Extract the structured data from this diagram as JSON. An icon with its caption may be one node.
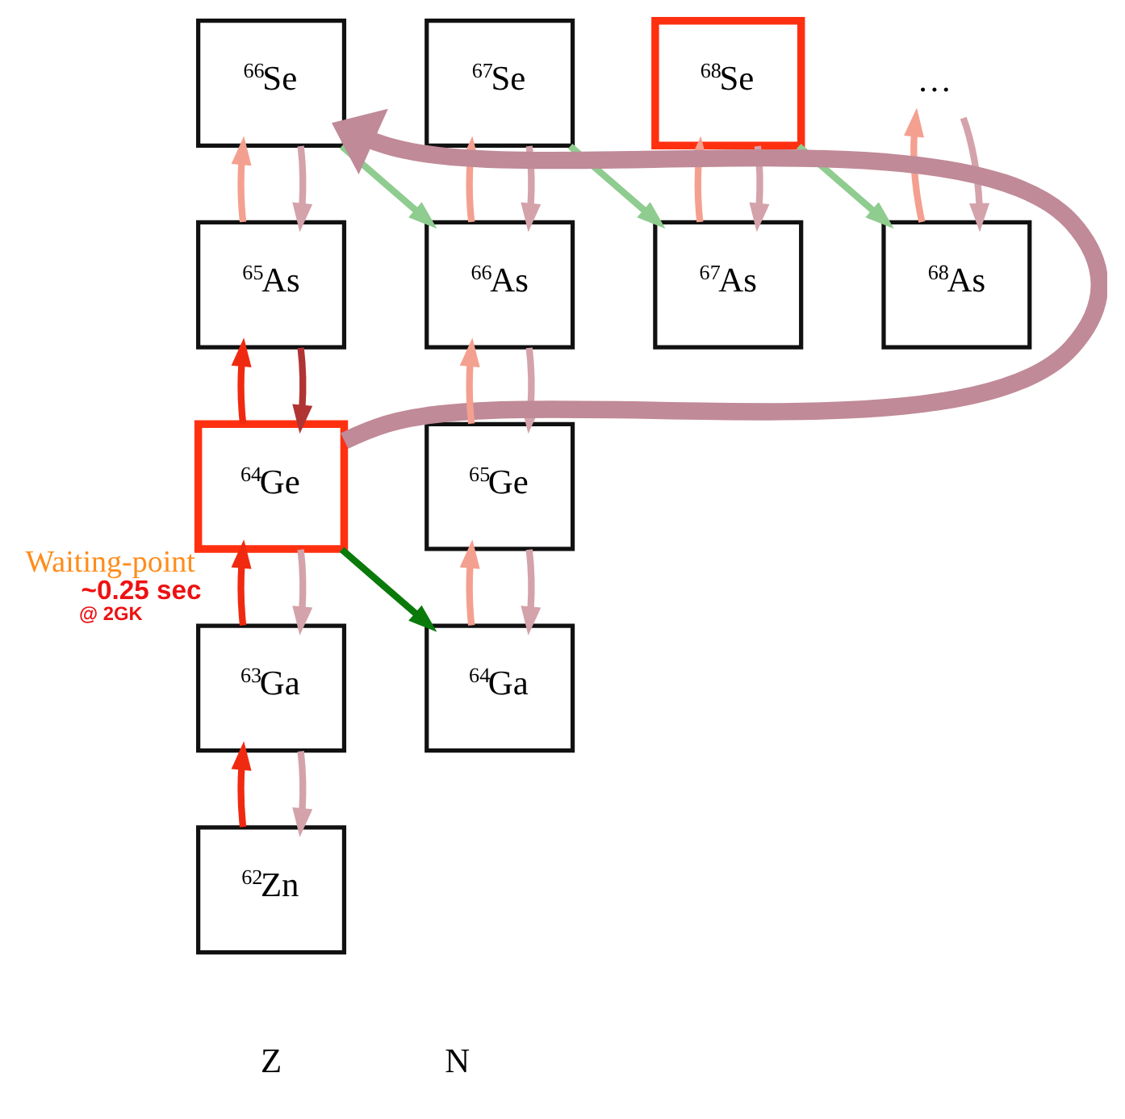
{
  "diagram": {
    "nodes": [
      {
        "text": [
          "$^{66}$Se"
        ]
      },
      {
        "text": [
          "$^{67}$Se"
        ]
      },
      {
        "text": [
          "$^{68}$Se"
        ]
      },
      {
        "text": [
          "…"
        ]
      },
      {
        "text": [
          "$^{65}$As"
        ]
      },
      {
        "text": [
          "$^{66}$As"
        ]
      },
      {
        "text": [
          "$^{67}$As"
        ]
      },
      {
        "text": [
          "$^{68}$As"
        ]
      },
      {
        "text": [
          "$^{64}$Ge"
        ],
        "beside": [
          "Waiting-point",
          "~0.25 sec",
          "@ 2GK"
        ]
      },
      {
        "text": [
          "$^{65}$Ge"
        ]
      },
      {
        "text": [
          "$^{63}$Ga"
        ]
      },
      {
        "text": [
          "$^{64}$Ga"
        ]
      },
      {
        "text": [
          "$^{62}$Zn"
        ]
      }
    ],
    "edges": [
      {
        "from": 12,
        "to": 10,
        "arrow": "to",
        "color": "#f02a10"
      },
      {
        "from": 10,
        "to": 12,
        "arrow": "to",
        "color": "#d4a2aa"
      },
      {
        "from": 10,
        "to": 8,
        "arrow": "to",
        "color": "#f02a10"
      },
      {
        "from": 8,
        "to": 10,
        "arrow": "to",
        "color": "#d4a2aa"
      },
      {
        "from": 8,
        "to": 4,
        "arrow": "to",
        "color": "#f02a10"
      },
      {
        "from": 4,
        "to": 8,
        "arrow": "to",
        "color": "#b03434"
      },
      {
        "from": 8,
        "to": 11,
        "arrow": "to",
        "color": "#0a7a0a"
      },
      {
        "from": 11,
        "to": 9,
        "arrow": "to",
        "color": "#f4a090"
      },
      {
        "from": 9,
        "to": 11,
        "arrow": "to",
        "color": "#d4a2aa"
      },
      {
        "from": 9,
        "to": 5,
        "arrow": "to",
        "color": "#f4a090"
      },
      {
        "from": 5,
        "to": 9,
        "arrow": "to",
        "color": "#d4a2aa"
      },
      {
        "from": 4,
        "to": 0,
        "arrow": "to",
        "color": "#f4a090"
      },
      {
        "from": 0,
        "to": 4,
        "arrow": "to",
        "color": "#d4a2aa"
      },
      {
        "from": 0,
        "to": 5,
        "arrow": "to",
        "color": "#8fcc8f"
      },
      {
        "from": 5,
        "to": 1,
        "arrow": "to",
        "color": "#f4a090"
      },
      {
        "from": 1,
        "to": 5,
        "arrow": "to",
        "color": "#d4a2aa"
      },
      {
        "from": 1,
        "to": 6,
        "arrow": "to",
        "color": "#8fcc8f"
      },
      {
        "from": 6,
        "to": 2,
        "arrow": "to",
        "color": "#f4a090"
      },
      {
        "from": 2,
        "to": 6,
        "arrow": "to",
        "color": "#d4a2aa"
      },
      {
        "from": 2,
        "to": 7,
        "arrow": "to",
        "color": "#8fcc8f"
      },
      {
        "from": 7,
        "to": 3,
        "arrow": "to",
        "color": "#f4a090"
      },
      {
        "from": 3,
        "to": 7,
        "arrow": "to",
        "color": "#d4a2aa"
      },
      {
        "from": 8,
        "to": 0,
        "arrow": "to",
        "style": "thick",
        "color": "#c08a98"
      }
    ],
    "labels": [
      "Z",
      "N"
    ]
  }
}
